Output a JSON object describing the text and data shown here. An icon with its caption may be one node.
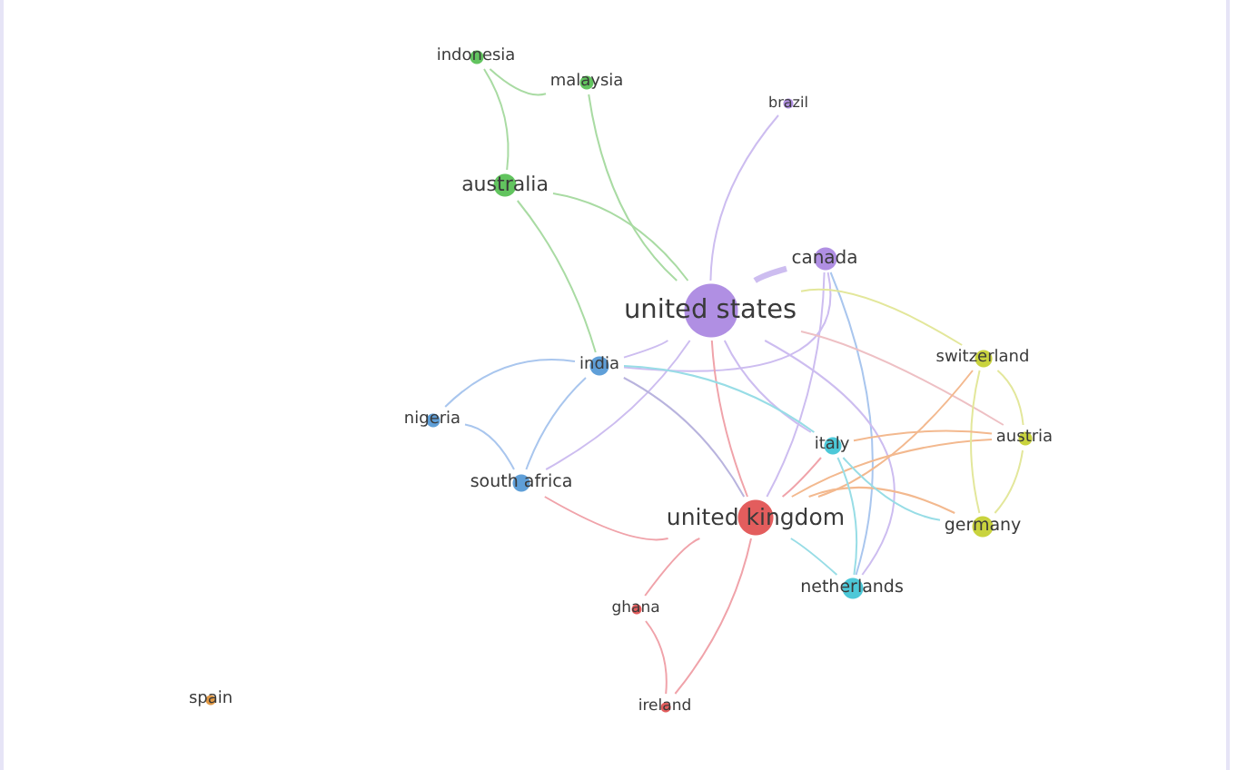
{
  "diagram": {
    "nodes": [
      {
        "text": [
          "indonesia"
        ]
      },
      {
        "text": [
          "malaysia"
        ]
      },
      {
        "text": [
          "brazil"
        ]
      },
      {
        "text": [
          "australia"
        ]
      },
      {
        "text": [
          "canada"
        ]
      },
      {
        "text": [
          "united states"
        ]
      },
      {
        "text": [
          "switzerland"
        ]
      },
      {
        "text": [
          "india"
        ]
      },
      {
        "text": [
          "nigeria"
        ]
      },
      {
        "text": [
          "italy"
        ]
      },
      {
        "text": [
          "austria"
        ]
      },
      {
        "text": [
          "south africa"
        ]
      },
      {
        "text": [
          "united kingdom"
        ]
      },
      {
        "text": [
          "germany"
        ]
      },
      {
        "text": [
          "netherlands"
        ]
      },
      {
        "text": [
          "ghana"
        ]
      },
      {
        "text": [
          "ireland"
        ]
      },
      {
        "text": [
          "spain"
        ]
      }
    ],
    "edges": [
      {
        "from": 0,
        "to": 1,
        "arrow": "none",
        "color": "#a9dba3"
      },
      {
        "from": 0,
        "to": 3,
        "arrow": "none",
        "color": "#a9dba3"
      },
      {
        "from": 1,
        "to": 5,
        "arrow": "none",
        "color": "#a9dba3"
      },
      {
        "from": 3,
        "to": 5,
        "arrow": "none",
        "color": "#a9dba3"
      },
      {
        "from": 3,
        "to": 7,
        "arrow": "none",
        "color": "#a9dba3"
      },
      {
        "from": 2,
        "to": 5,
        "arrow": "none"
      },
      {
        "from": 4,
        "to": 5,
        "arrow": "none",
        "style": "thick"
      },
      {
        "from": 4,
        "to": 12,
        "arrow": "none"
      },
      {
        "from": 4,
        "to": 7,
        "arrow": "none"
      },
      {
        "from": 4,
        "to": 14,
        "arrow": "none",
        "color": "#a9c6ee"
      },
      {
        "from": 5,
        "to": 7,
        "arrow": "none"
      },
      {
        "from": 5,
        "to": 11,
        "arrow": "none"
      },
      {
        "from": 5,
        "to": 12,
        "arrow": "none",
        "color": "#f0a3aa"
      },
      {
        "from": 5,
        "to": 6,
        "arrow": "none",
        "color": "#e3e79b"
      },
      {
        "from": 5,
        "to": 10,
        "arrow": "none",
        "color": "#eec0c4"
      },
      {
        "from": 5,
        "to": 9,
        "arrow": "none"
      },
      {
        "from": 5,
        "to": 14,
        "arrow": "none"
      },
      {
        "from": 7,
        "to": 8,
        "arrow": "none",
        "color": "#a9c6ee"
      },
      {
        "from": 7,
        "to": 11,
        "arrow": "none",
        "color": "#a9c6ee"
      },
      {
        "from": 7,
        "to": 12,
        "arrow": "none",
        "color": "#b9b4de"
      },
      {
        "from": 7,
        "to": 9,
        "arrow": "none",
        "color": "#98dde6"
      },
      {
        "from": 8,
        "to": 11,
        "arrow": "none",
        "color": "#a9c6ee"
      },
      {
        "from": 11,
        "to": 12,
        "arrow": "none",
        "color": "#f0a3aa"
      },
      {
        "from": 12,
        "to": 15,
        "arrow": "none",
        "color": "#f0a3aa"
      },
      {
        "from": 12,
        "to": 16,
        "arrow": "none",
        "color": "#f0a3aa"
      },
      {
        "from": 15,
        "to": 16,
        "arrow": "none",
        "color": "#f0a3aa"
      },
      {
        "from": 12,
        "to": 6,
        "arrow": "none",
        "color": "#f3b98f"
      },
      {
        "from": 12,
        "to": 10,
        "arrow": "none",
        "color": "#f3b98f"
      },
      {
        "from": 12,
        "to": 13,
        "arrow": "none",
        "color": "#f3b98f"
      },
      {
        "from": 12,
        "to": 9,
        "arrow": "none",
        "color": "#f0a3aa"
      },
      {
        "from": 12,
        "to": 14,
        "arrow": "none",
        "color": "#98dde6"
      },
      {
        "from": 6,
        "to": 10,
        "arrow": "none",
        "color": "#e3e79b"
      },
      {
        "from": 6,
        "to": 13,
        "arrow": "none",
        "color": "#e3e79b"
      },
      {
        "from": 10,
        "to": 13,
        "arrow": "none",
        "color": "#e3e79b"
      },
      {
        "from": 9,
        "to": 13,
        "arrow": "none",
        "color": "#98dde6"
      },
      {
        "from": 9,
        "to": 10,
        "arrow": "none",
        "color": "#f3b98f"
      },
      {
        "from": 9,
        "to": 14,
        "arrow": "none",
        "color": "#98dde6"
      }
    ]
  }
}
